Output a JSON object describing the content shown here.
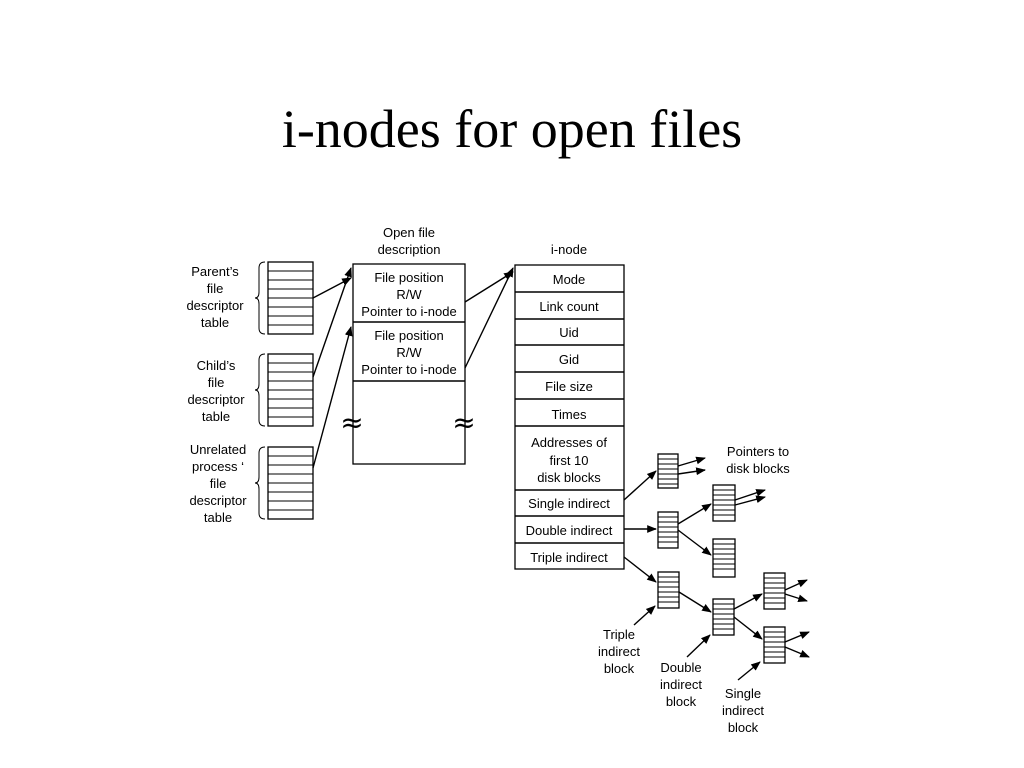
{
  "title": "i-nodes for open files",
  "fd_tables": {
    "parent": [
      "Parent’s",
      "file",
      "descriptor",
      "table"
    ],
    "child": [
      "Child’s",
      "file",
      "descriptor",
      "table"
    ],
    "unrelated": [
      "Unrelated",
      "process ‘",
      "file",
      "descriptor",
      "table"
    ]
  },
  "open_file": {
    "heading": [
      "Open file",
      "description"
    ],
    "entry_lines": [
      "File position",
      "R/W",
      "Pointer to i-node"
    ],
    "approx_symbol": "≈"
  },
  "inode": {
    "heading": "i-node",
    "fields": [
      "Mode",
      "Link count",
      "Uid",
      "Gid",
      "File size",
      "Times"
    ],
    "addresses": [
      "Addresses of",
      "first 10",
      "disk blocks"
    ],
    "indirect": [
      "Single indirect",
      "Double indirect",
      "Triple indirect"
    ]
  },
  "labels": {
    "pointers": [
      "Pointers to",
      "disk blocks"
    ],
    "triple_block": [
      "Triple",
      "indirect",
      "block"
    ],
    "double_block": [
      "Double",
      "indirect",
      "block"
    ],
    "single_block": [
      "Single",
      "indirect",
      "block"
    ]
  }
}
